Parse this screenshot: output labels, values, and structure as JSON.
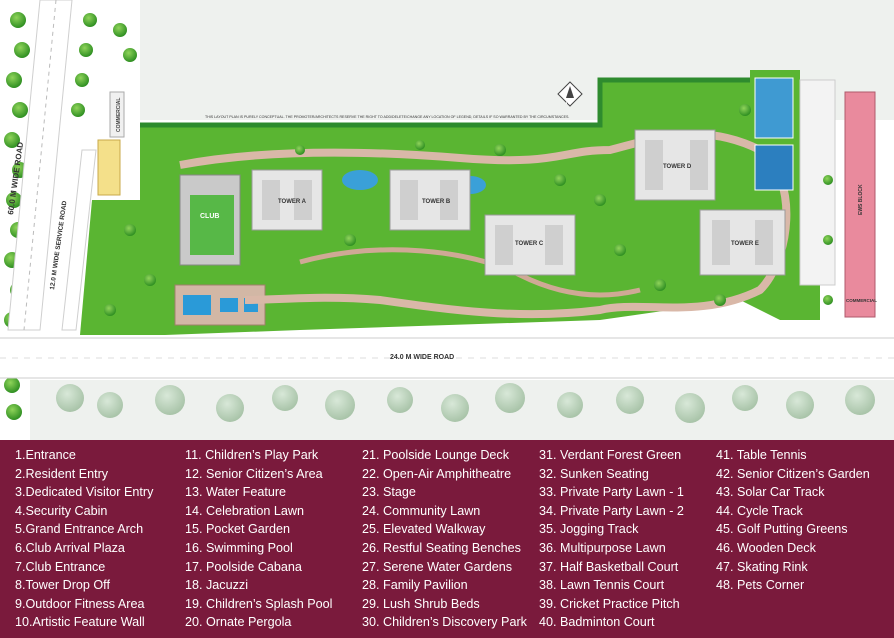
{
  "map": {
    "disclaimer": "THIS LAYOUT PLAN IS PURELY CONCEPTUAL. THE PROMOTER/ARCHITECTS RESERVE THE RIGHT TO ADD/DELETE/CHANGE ANY LOCATION OF LEGEND, DETAILS IF SO WARRANTED BY THE CIRCUMSTANCES.",
    "roads": {
      "main_left": "60.0 M WIDE ROAD",
      "service_left": "12.0 M WIDE SERVICE ROAD",
      "bottom": "24.0 M WIDE ROAD"
    },
    "blocks": {
      "commercial_top": "COMMERCIAL",
      "club": "CLUB",
      "ews": "EWS BLOCK",
      "commercial_right": "COMMERCIAL"
    },
    "towers": [
      "TOWER A",
      "TOWER B",
      "TOWER C",
      "TOWER D",
      "TOWER E"
    ],
    "compass": "N",
    "colors": {
      "grass": "#5ab532",
      "dark_green": "#2e8b2e",
      "path": "#d9b8a8",
      "legend_bg": "#7a1a3c",
      "road": "#ffffff"
    }
  },
  "legend": {
    "columns": [
      [
        "1.Entrance",
        "2.Resident Entry",
        "3.Dedicated Visitor Entry",
        "4.Security Cabin",
        "5.Grand Entrance Arch",
        "6.Club Arrival Plaza",
        "7.Club Entrance",
        "8.Tower Drop Off",
        "9.Outdoor Fitness Area",
        "10.Artistic Feature Wall"
      ],
      [
        "11. Children’s Play Park",
        "12. Senior Citizen’s Area",
        "13. Water Feature",
        "14. Celebration Lawn",
        "15. Pocket Garden",
        "16. Swimming Pool",
        "17. Poolside Cabana",
        "18. Jacuzzi",
        "19. Children’s Splash Pool",
        "20. Ornate Pergola"
      ],
      [
        "21. Poolside Lounge Deck",
        "22. Open-Air Amphitheatre",
        "23. Stage",
        "24. Community Lawn",
        "25. Elevated Walkway",
        "26. Restful Seating Benches",
        "27. Serene Water Gardens",
        "28. Family Pavilion",
        "29. Lush Shrub Beds",
        "30. Children’s Discovery Park"
      ],
      [
        "31. Verdant Forest Green",
        "32. Sunken Seating",
        "33. Private Party Lawn - 1",
        "34. Private Party Lawn - 2",
        "35. Jogging Track",
        "36. Multipurpose Lawn",
        "37. Half Basketball Court",
        "38. Lawn Tennis Court",
        "39. Cricket Practice Pitch",
        "40. Badminton Court"
      ],
      [
        "41. Table Tennis",
        "42. Senior Citizen’s Garden",
        "43. Solar Car Track",
        "44. Cycle Track",
        "45. Golf Putting Greens",
        "46. Wooden Deck",
        "47. Skating Rink",
        "48. Pets Corner"
      ]
    ]
  }
}
